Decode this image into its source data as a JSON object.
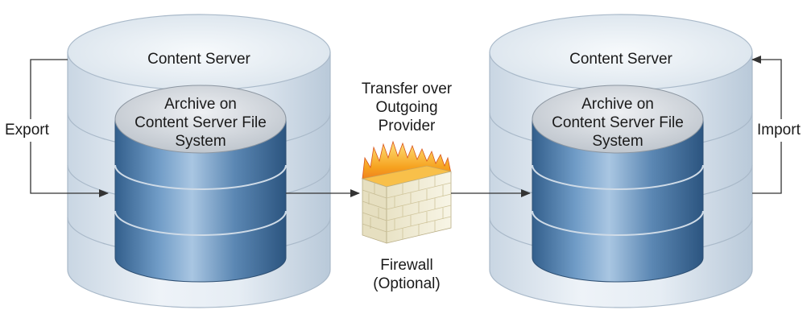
{
  "left_server": {
    "label": "Content Server",
    "archive_lines": [
      "Archive on",
      "Content Server File",
      "System"
    ]
  },
  "right_server": {
    "label": "Content Server",
    "archive_lines": [
      "Archive on",
      "Content Server File",
      "System"
    ]
  },
  "export_label": "Export",
  "import_label": "Import",
  "transfer_lines": [
    "Transfer over",
    "Outgoing",
    "Provider"
  ],
  "firewall_lines": [
    "Firewall",
    "(Optional)"
  ],
  "colors": {
    "outer_cylinder": "#dce6f0",
    "inner_cylinder_blue": "#4f7ead",
    "inner_top": "#d5d9de",
    "firewall_brick": "#f2eed8",
    "flame": "#f39a1e",
    "arrow": "#333333"
  }
}
